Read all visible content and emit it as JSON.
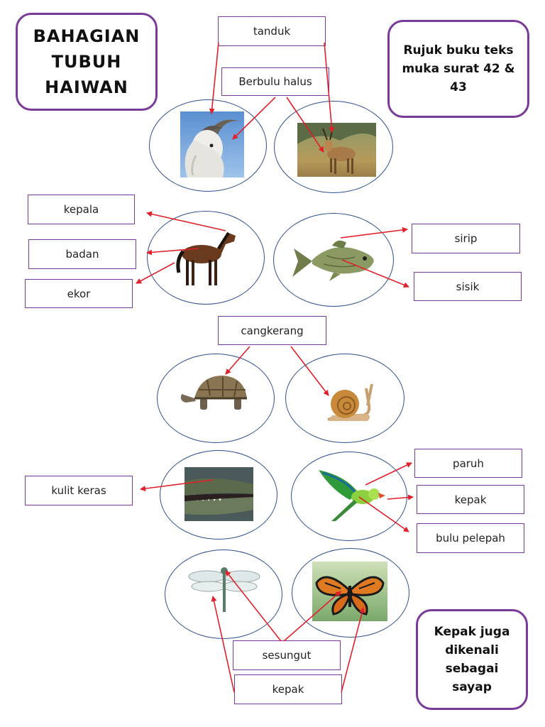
{
  "title": "BAHAGIAN\nTUBUH\nHAIWAN",
  "reference_note": "Rujuk buku teks\nmuka surat 42 &\n43",
  "wing_note": "Kepak juga\ndikenali\nsebagai\nsayap",
  "labels": {
    "tanduk": "tanduk",
    "berbulu_halus": "Berbulu halus",
    "kepala": "kepala",
    "badan": "badan",
    "ekor": "ekor",
    "sirip": "sirip",
    "sisik": "sisik",
    "cangkerang": "cangkerang",
    "kulit_keras": "kulit keras",
    "paruh": "paruh",
    "kepak_bird": "kepak",
    "bulu_pelepah": "bulu pelepah",
    "sesungut": "sesungut",
    "kepak_insect": "kepak"
  },
  "colors": {
    "box_border": "#7a3a9a",
    "ellipse_border": "#2f4f8f",
    "arrow": "#e0202a"
  }
}
